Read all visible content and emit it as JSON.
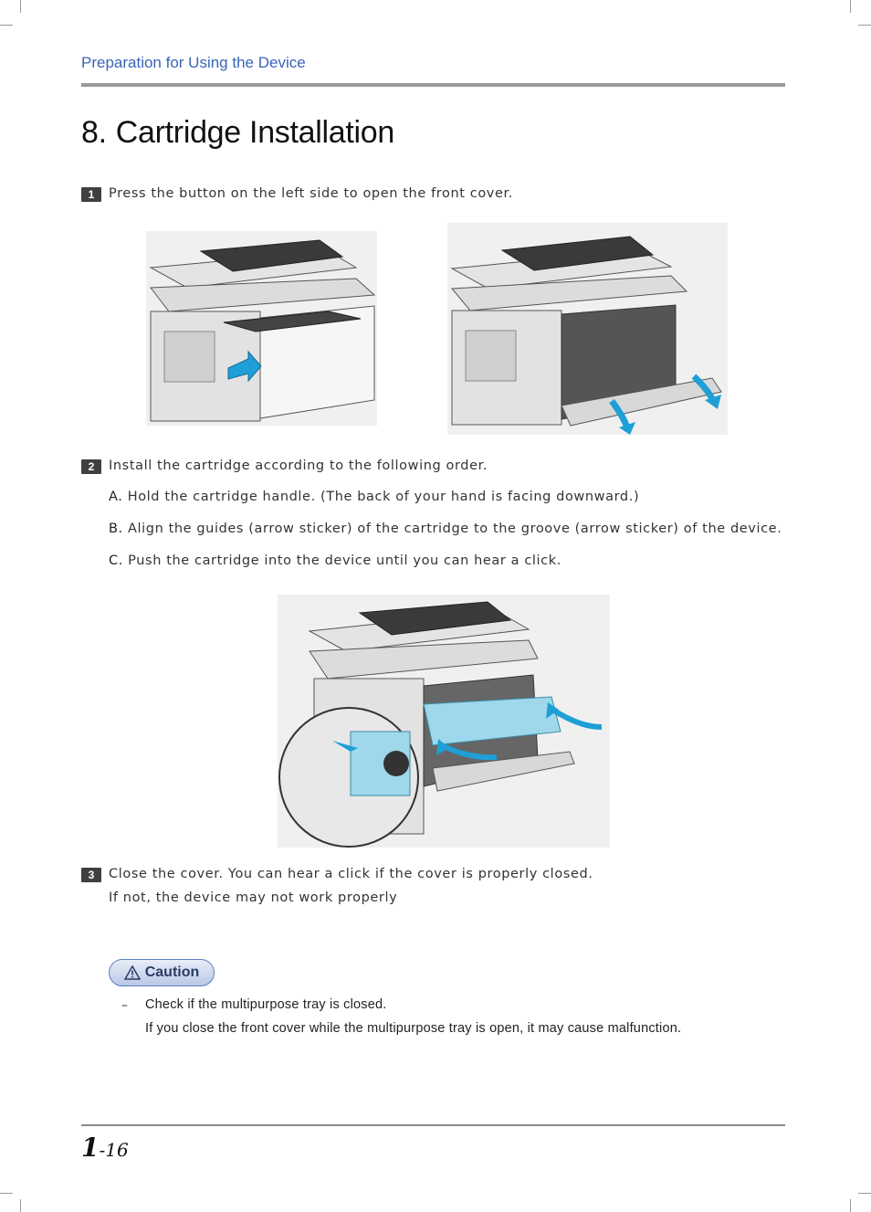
{
  "header": {
    "section": "Preparation for Using the Device"
  },
  "title": {
    "number": "8.",
    "text": "Cartridge Installation"
  },
  "steps": [
    {
      "num": "1",
      "text": "Press the button on the left side to open the front cover."
    },
    {
      "num": "2",
      "text": "Install the cartridge according to the following order."
    },
    {
      "num": "3",
      "text": "Close the cover. You can hear a click if the cover is properly closed.",
      "text2": "If not, the device may not work properly"
    }
  ],
  "substeps": [
    {
      "label": "A.",
      "text": "Hold the cartridge handle. (The back of your hand is facing downward.)"
    },
    {
      "label": "B.",
      "text": "Align the guides (arrow sticker) of the cartridge to the groove (arrow sticker) of the device."
    },
    {
      "label": "C.",
      "text": "Push the cartridge into the device until you can hear a click."
    }
  ],
  "caution": {
    "label": "Caution",
    "dash": "–",
    "line1": "Check if the multipurpose tray is closed.",
    "line2": "If you close the front cover while the multipurpose tray is open, it may cause malfunction."
  },
  "footer": {
    "chapter": "1",
    "page": "-16"
  },
  "colors": {
    "accent_blue": "#3a63b8",
    "arrow_cyan": "#1e9fd6",
    "badge_dark": "#404040"
  }
}
